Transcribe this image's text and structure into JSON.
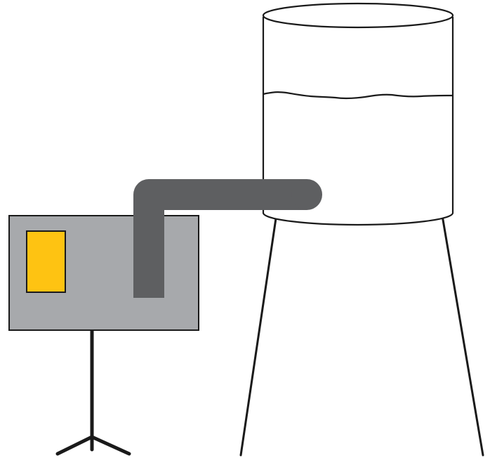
{
  "diagram": {
    "components": [
      {
        "id": "water-tower",
        "kind": "cylindrical tank on legs"
      },
      {
        "id": "water",
        "kind": "water inside tank"
      },
      {
        "id": "pipe",
        "kind": "bent pipe from tank to box"
      },
      {
        "id": "box",
        "kind": "rectangular box on tripod stand"
      },
      {
        "id": "indicator",
        "kind": "yellow panel on box"
      }
    ],
    "colors": {
      "background": "#ffffff",
      "outline": "#1a1a1a",
      "tank_fill": "#ffffff",
      "box_fill": "#a7a9ac",
      "pipe": "#5e5f61",
      "indicator": "#fec312",
      "stand": "#1a1a1a"
    }
  }
}
